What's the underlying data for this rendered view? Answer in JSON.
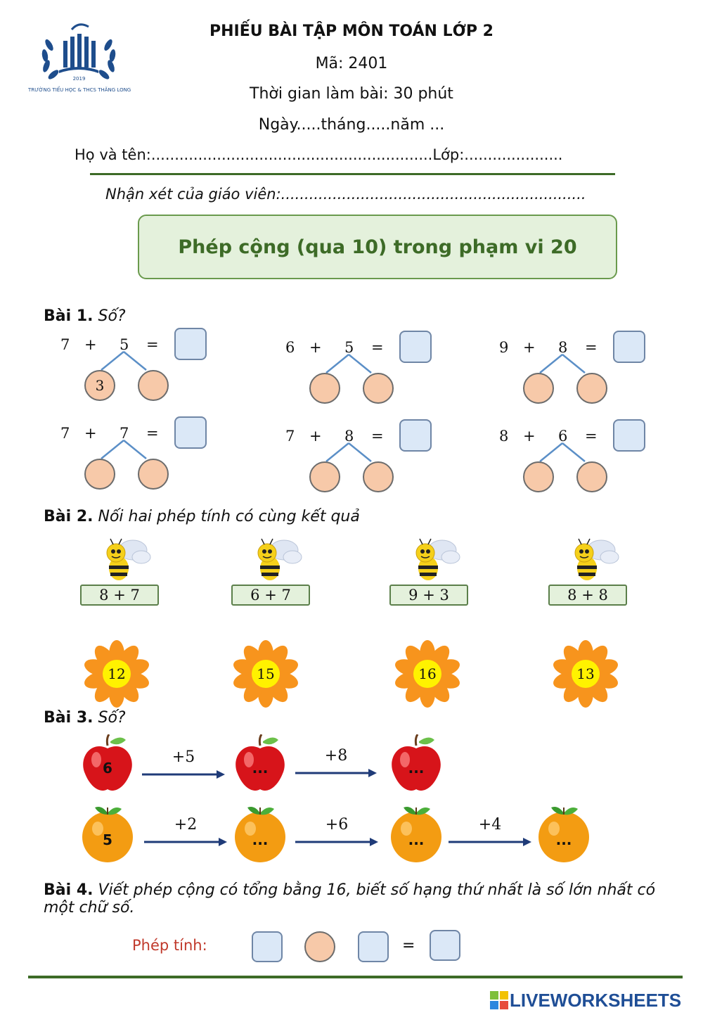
{
  "header": {
    "school_logo_text": "TRƯỜNG TIỂU HỌC & THCS THĂNG LONG",
    "logo_year": "2019",
    "title": "PHIẾU BÀI TẬP MÔN TOÁN LỚP 2",
    "code": "Mã: 2401",
    "time": "Thời gian làm bài: 30 phút",
    "date": "Ngày.....tháng.....năm ...",
    "name_line": "Họ và tên:............................................................Lớp:.....................",
    "teacher_comment": "Nhận xét của giáo viên:.................................................................",
    "topic": "Phép cộng (qua 10) trong phạm vi 20"
  },
  "bai1": {
    "label": "Bài 1.",
    "instruction": "Số?",
    "problems": [
      {
        "a": "7",
        "op": "+",
        "b": "5",
        "eq": "=",
        "part1": "3"
      },
      {
        "a": "6",
        "op": "+",
        "b": "5",
        "eq": "=",
        "part1": ""
      },
      {
        "a": "9",
        "op": "+",
        "b": "8",
        "eq": "=",
        "part1": ""
      },
      {
        "a": "7",
        "op": "+",
        "b": "7",
        "eq": "=",
        "part1": ""
      },
      {
        "a": "7",
        "op": "+",
        "b": "8",
        "eq": "=",
        "part1": ""
      },
      {
        "a": "8",
        "op": "+",
        "b": "6",
        "eq": "=",
        "part1": ""
      }
    ]
  },
  "bai2": {
    "label": "Bài 2.",
    "instruction": "Nối hai phép tính có cùng kết quả",
    "expressions": [
      "8 + 7",
      "6 + 7",
      "9 + 3",
      "8 + 8"
    ],
    "results": [
      "12",
      "15",
      "16",
      "13"
    ]
  },
  "bai3": {
    "label": "Bài 3.",
    "instruction": "Số?",
    "apple_row": {
      "start": "6",
      "steps": [
        "+5",
        "+8"
      ],
      "blanks": [
        "...",
        "..."
      ]
    },
    "orange_row": {
      "start": "5",
      "steps": [
        "+2",
        "+6",
        "+4"
      ],
      "blanks": [
        "...",
        "...",
        "..."
      ]
    }
  },
  "bai4": {
    "label": "Bài 4.",
    "instruction_line1": "Viết phép cộng có tổng bằng 16, biết số hạng thứ nhất là số lớn nhất có",
    "instruction_line2": "một chữ số.",
    "calc_label": "Phép tính:",
    "eq": "="
  },
  "footer": {
    "brand": "LIVEWORKSHEETS"
  },
  "colors": {
    "green": "#3d6b27",
    "peach": "#f7c9a9",
    "blue_box": "#dbe8f7",
    "flower": "#f7941d",
    "flower_center": "#fff200",
    "apple": "#d7141a",
    "orange": "#f39c12",
    "arrow": "#1f3b78",
    "calc_label": "#c0392b"
  }
}
